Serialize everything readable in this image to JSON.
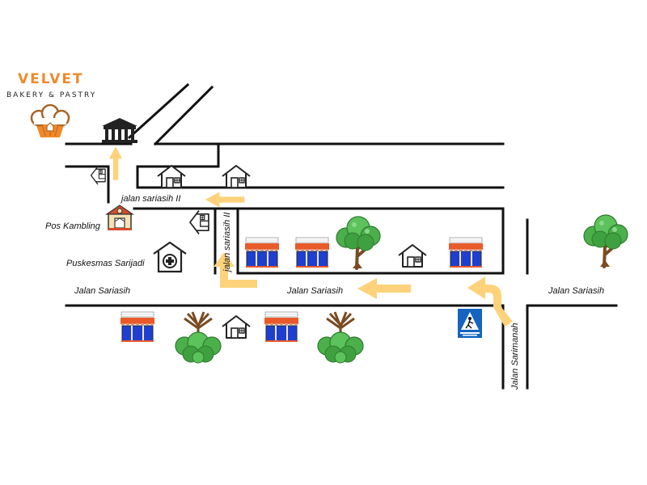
{
  "brand": {
    "name": "VELVET",
    "tagline": "BAKERY & PASTRY",
    "color_name": "#f0892a",
    "color_cake": "#a8642a"
  },
  "labels": {
    "jalan_sariasih_ii_horizontal": "jalan sariasih II",
    "jalan_sariasih_ii_vertical": "jalan sariasih II",
    "jalan_sariasih_left": "Jalan Sariasih",
    "jalan_sariasih_center": "Jalan Sariasih",
    "jalan_sariasih_right": "Jalan Sariasih",
    "jalan_sarimanah": "Jalan Sarimanah",
    "pos_kambling": "Pos Kambling",
    "puskesmas": "Puskesmas Sarijadi"
  },
  "label_colors": {
    "pos_kambling": "#d21f1f",
    "puskesmas": "#d21fbf"
  },
  "colors": {
    "arrow": "#fdd27a",
    "shop_door": "#1f3fd0",
    "shop_awning": "#e85a2a",
    "tree_leaf": "#4bb04b",
    "tree_trunk": "#7a4b22",
    "crossing_sign": "#1565c0"
  },
  "icons": {
    "bakery": "bakery-cake-icon",
    "palace": "palace-building-icon",
    "house": "house-icon",
    "shop": "shop-icon",
    "tree": "tree-icon",
    "guard_post": "guard-post-icon",
    "clinic": "clinic-icon",
    "crossing": "pedestrian-crossing-sign-icon"
  }
}
